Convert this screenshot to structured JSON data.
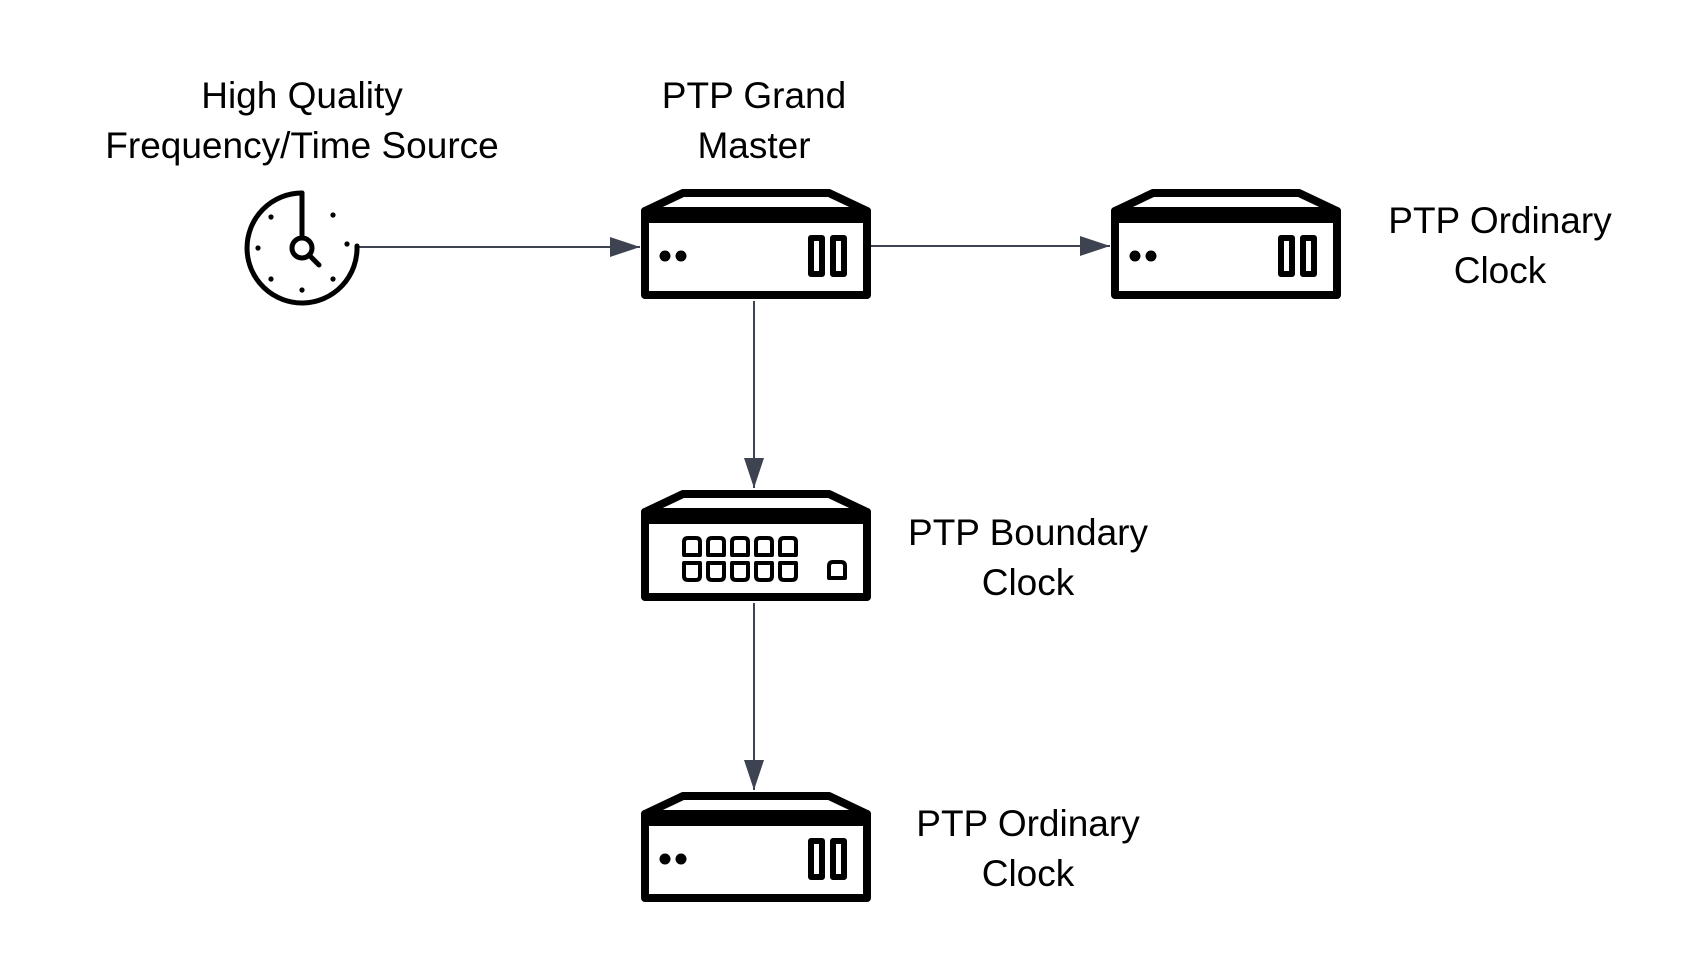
{
  "colors": {
    "stroke": "#000000",
    "edge": "#3d4350",
    "text": "#000000",
    "background": "#ffffff"
  },
  "nodes": {
    "source": {
      "icon": "stopwatch-clock-icon",
      "label_line1": "High Quality",
      "label_line2": "Frequency/Time Source"
    },
    "grandmaster": {
      "icon": "network-device-icon",
      "label_line1": "PTP Grand",
      "label_line2": "Master"
    },
    "ordinary_right": {
      "icon": "network-device-icon",
      "label_line1": "PTP Ordinary",
      "label_line2": "Clock"
    },
    "boundary": {
      "icon": "network-switch-icon",
      "label_line1": "PTP Boundary",
      "label_line2": "Clock"
    },
    "ordinary_bottom": {
      "icon": "network-device-icon",
      "label_line1": "PTP Ordinary",
      "label_line2": "Clock"
    }
  },
  "edges": [
    {
      "from": "source",
      "to": "grandmaster"
    },
    {
      "from": "grandmaster",
      "to": "ordinary_right"
    },
    {
      "from": "grandmaster",
      "to": "boundary"
    },
    {
      "from": "boundary",
      "to": "ordinary_bottom"
    }
  ]
}
